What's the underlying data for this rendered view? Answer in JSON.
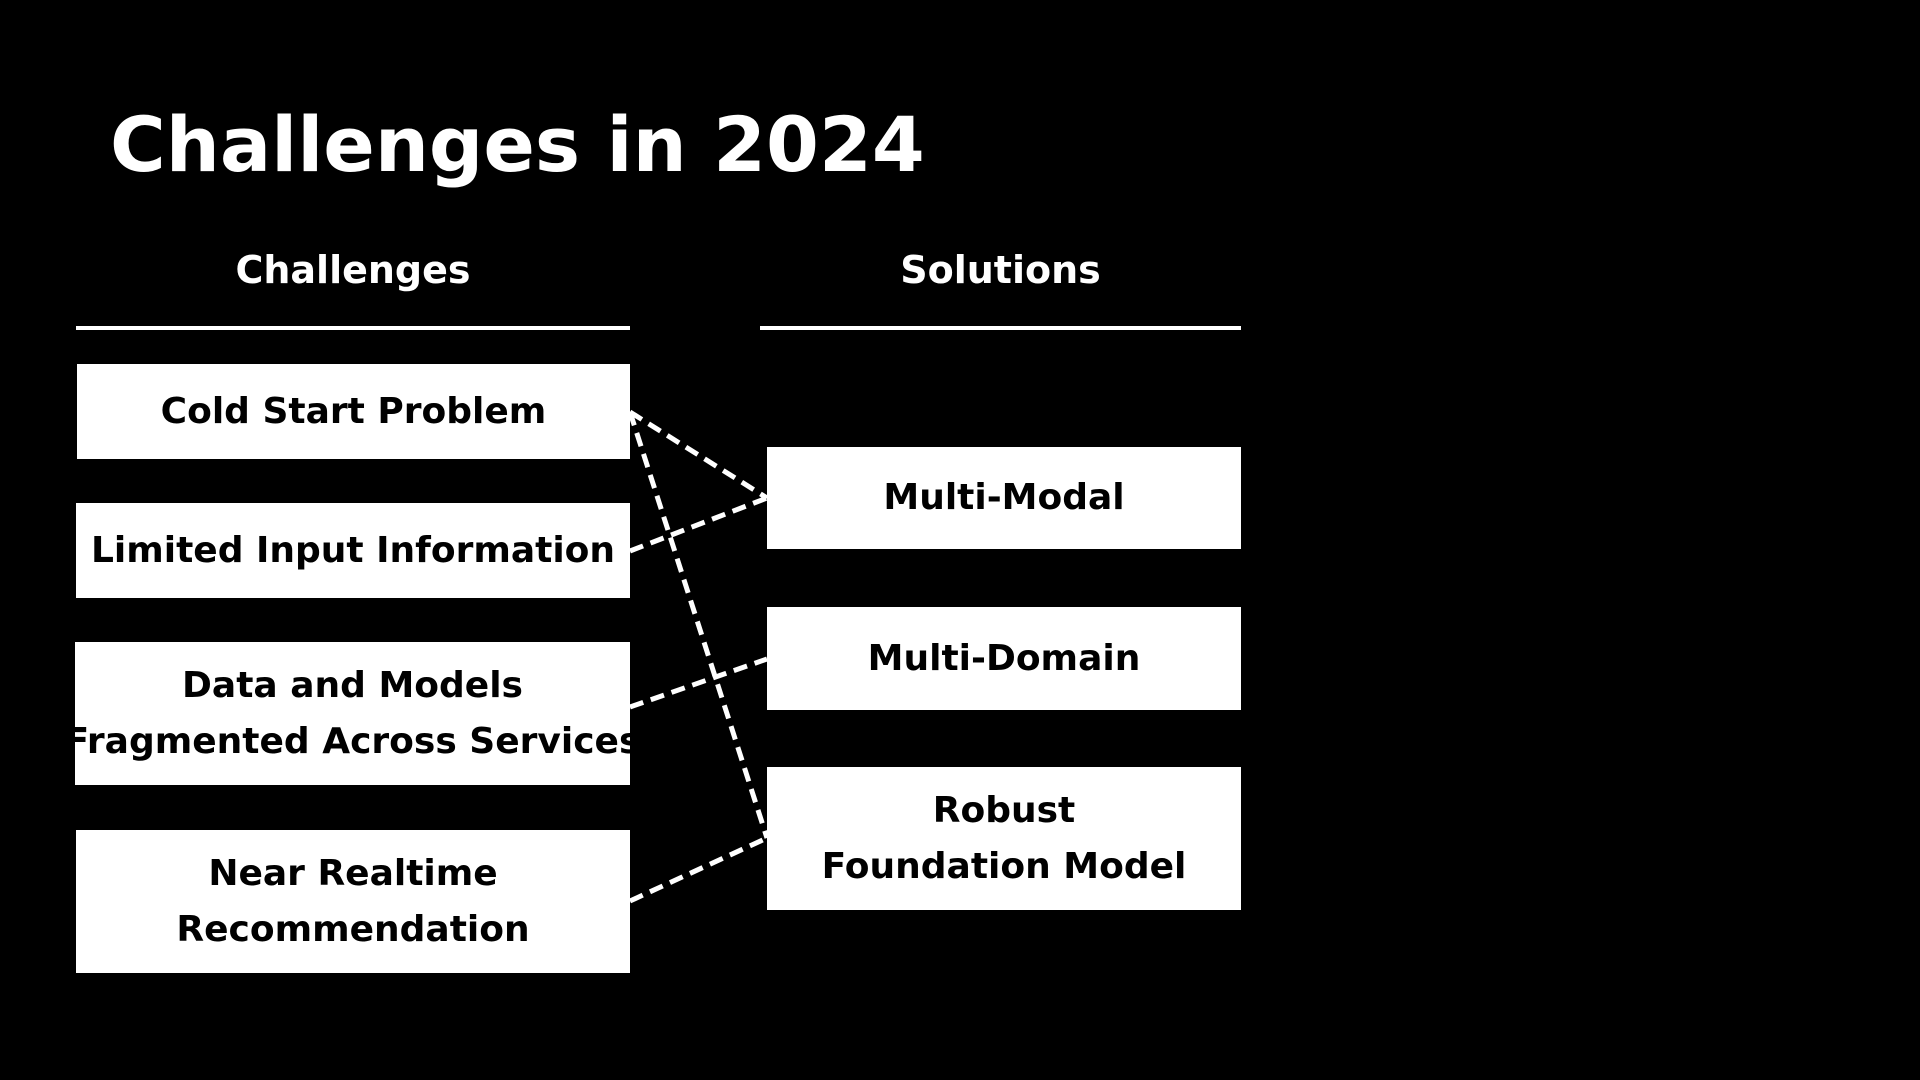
{
  "title": "Challenges in 2024",
  "columns": {
    "challenges_header": "Challenges",
    "solutions_header": "Solutions"
  },
  "challenges": [
    {
      "lines": [
        "Cold Start Problem"
      ]
    },
    {
      "lines": [
        "Limited Input Information"
      ]
    },
    {
      "lines": [
        "Data and Models",
        "Fragmented Across Services"
      ]
    },
    {
      "lines": [
        "Near Realtime",
        "Recommendation"
      ]
    }
  ],
  "solutions": [
    {
      "lines": [
        "Multi-Modal"
      ]
    },
    {
      "lines": [
        "Multi-Domain"
      ]
    },
    {
      "lines": [
        "Robust",
        "Foundation Model"
      ]
    }
  ],
  "links": [
    {
      "from": 0,
      "to": 0
    },
    {
      "from": 0,
      "to": 2
    },
    {
      "from": 1,
      "to": 0
    },
    {
      "from": 2,
      "to": 1
    },
    {
      "from": 3,
      "to": 2
    }
  ],
  "colors": {
    "background": "#000000",
    "foreground": "#ffffff",
    "box_text": "#000000"
  }
}
